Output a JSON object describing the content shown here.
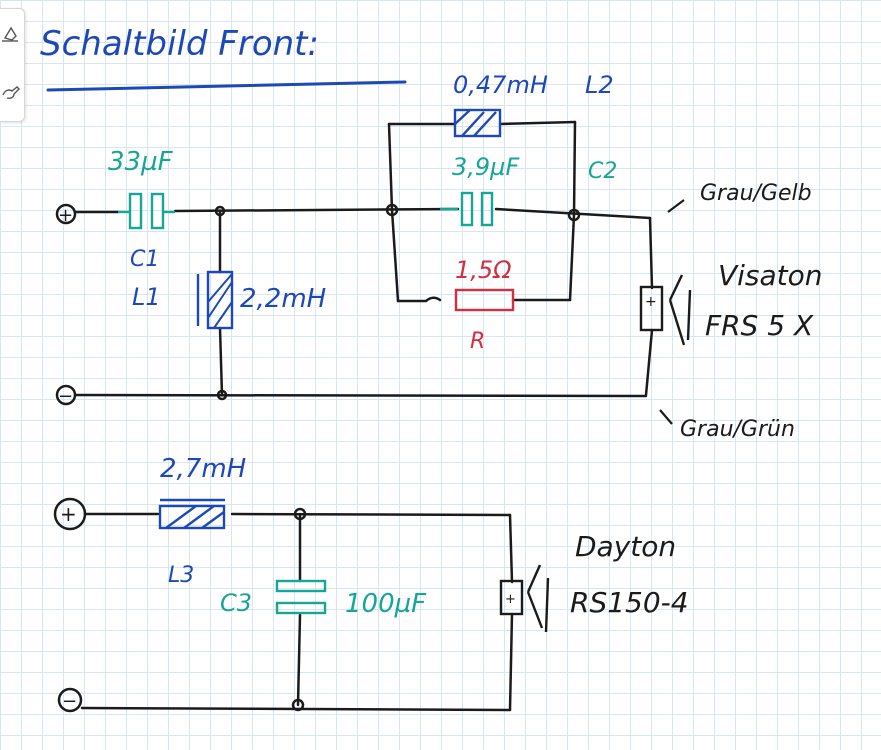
{
  "title": "Schaltbild Front:",
  "colors": {
    "ink": "#1b1b1b",
    "blue": "#1d48b8",
    "teal": "#16a597",
    "red": "#d42f3f"
  },
  "toolbar": {
    "tools": [
      {
        "icon": "eraser-icon"
      },
      {
        "icon": "hand-pen-icon"
      }
    ]
  },
  "circuit1": {
    "plus_terminal": "+",
    "minus_terminal": "−",
    "c1": {
      "label": "C1",
      "value": "33µF"
    },
    "l1": {
      "label": "L1",
      "value": "2,2mH"
    },
    "l2": {
      "label": "L2",
      "value": "0,47mH"
    },
    "c2": {
      "label": "C2",
      "value": "3,9µF"
    },
    "r": {
      "label": "R",
      "value": "1,5Ω"
    },
    "speaker": {
      "brand": "Visaton",
      "model": "FRS 5 X",
      "speaker_plus": "+"
    },
    "wire_top": "Grau/Gelb",
    "wire_bottom": "Grau/Grün"
  },
  "circuit2": {
    "plus_terminal": "+",
    "minus_terminal": "−",
    "l3": {
      "label": "L3",
      "value": "2,7mH"
    },
    "c3": {
      "label": "C3",
      "value": "100µF"
    },
    "speaker": {
      "brand": "Dayton",
      "model": "RS150-4",
      "speaker_plus": "+"
    }
  }
}
